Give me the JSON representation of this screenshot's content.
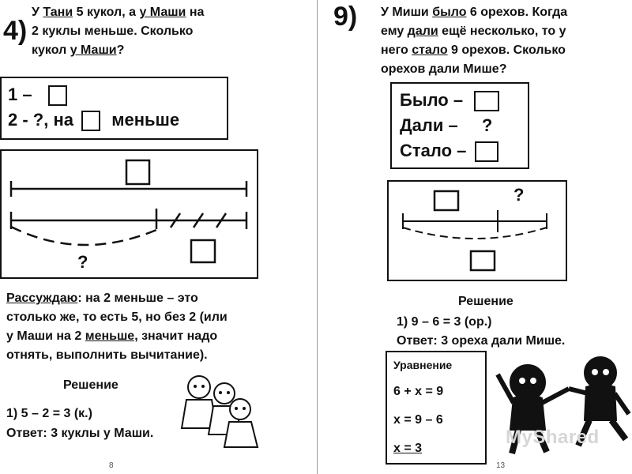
{
  "left": {
    "number": "4)",
    "problem": {
      "p1": "У ",
      "u1": "Тани",
      "p2": " 5 кукол, а ",
      "u2": "у Маши",
      "p3": " на",
      "line2": "2 куклы меньше. Сколько",
      "p4": "кукол ",
      "u3": "у Маши",
      "p5": "?"
    },
    "scheme_line1": "1 –",
    "scheme_line2_a": "2 - ?, на",
    "scheme_line2_b": "меньше",
    "diagram_question": "?",
    "reasoning": {
      "u_label": "Рассуждаю",
      "r1": ": на 2 меньше – это",
      "r2": "столько же, то есть 5, но без 2 (или",
      "r3a": "у Маши на 2 ",
      "r3u": "меньше,",
      "r3b": " значит надо",
      "r4": "отнять, выполнить вычитание)."
    },
    "solution_title": "Решение",
    "solution_step": "1) 5 – 2 = 3 (к.)",
    "answer": "Ответ: 3 куклы у Маши.",
    "page_number": "8"
  },
  "right": {
    "number": "9)",
    "problem": {
      "p1": "У Миши ",
      "u1": "было",
      "p2": " 6 орехов. Когда",
      "p3": "ему ",
      "u2": "дали",
      "p4": " ещё несколько, то у",
      "p5": "него ",
      "u3": "стало",
      "p6": " 9 орехов. Сколько",
      "line4": "орехов дали Мише?"
    },
    "table": {
      "row1": "Было –",
      "row2": "Дали –",
      "row2_q": "?",
      "row3": "Стало –"
    },
    "diagram_question": "?",
    "solution_title": "Решение",
    "solution_step": "1) 9 – 6 = 3 (ор.)",
    "answer": "Ответ: 3 ореха дали Мише.",
    "equation": {
      "title": "Уравнение",
      "l1": "6 + х = 9",
      "l2": "х = 9 – 6",
      "l3": "х = 3"
    },
    "watermark": "MyShared",
    "page_number": "13"
  }
}
